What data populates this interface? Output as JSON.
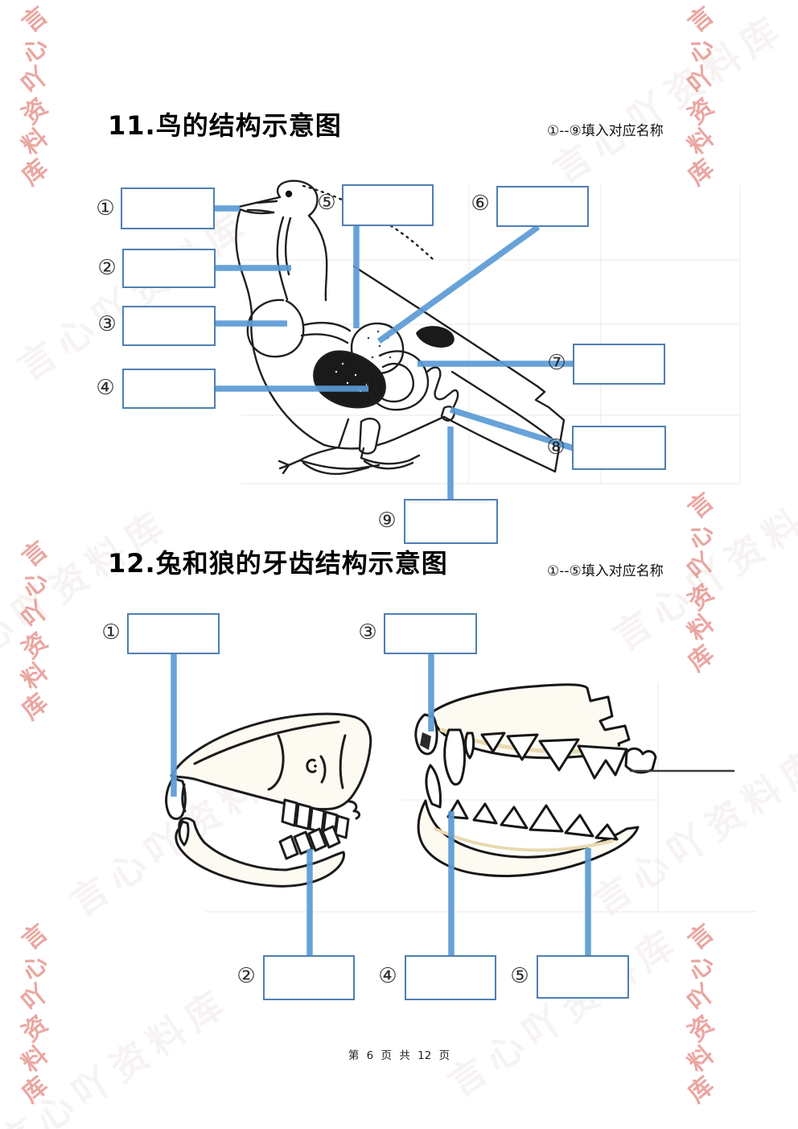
{
  "page": {
    "watermark": "言心吖资料库",
    "footer": "第 6 页 共 12 页"
  },
  "section_bird": {
    "title": "11.鸟的结构示意图",
    "note": "①--⑨填入对应名称",
    "labels": [
      "①",
      "②",
      "③",
      "④",
      "⑤",
      "⑥",
      "⑦",
      "⑧",
      "⑨"
    ],
    "answers": [
      "",
      "",
      "",
      "",
      "",
      "",
      "",
      "",
      ""
    ]
  },
  "section_teeth": {
    "title": "12.兔和狼的牙齿结构示意图",
    "note": "①--⑤填入对应名称",
    "labels": [
      "①",
      "②",
      "③",
      "④",
      "⑤"
    ],
    "answers": [
      "",
      "",
      "",
      "",
      ""
    ]
  },
  "colors": {
    "box_border": "#4f7fb2",
    "connector_blue": "#5b9bd5",
    "watermark_red": "#d85c54"
  }
}
